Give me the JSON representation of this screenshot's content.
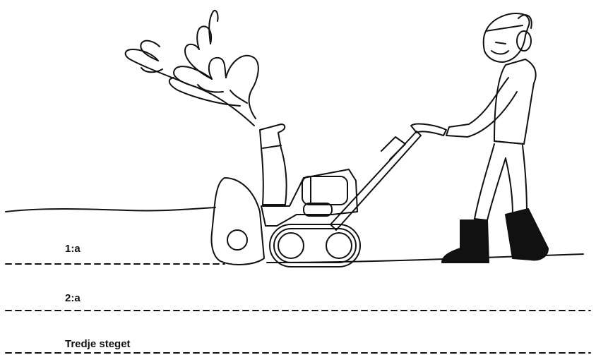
{
  "steps": [
    {
      "label": "1:a"
    },
    {
      "label": "2:a"
    },
    {
      "label": "Tredje steget"
    }
  ],
  "colors": {
    "line": "#111111",
    "background": "#ffffff"
  },
  "icons": {
    "illustration": "snowblower-operator-illustration"
  }
}
